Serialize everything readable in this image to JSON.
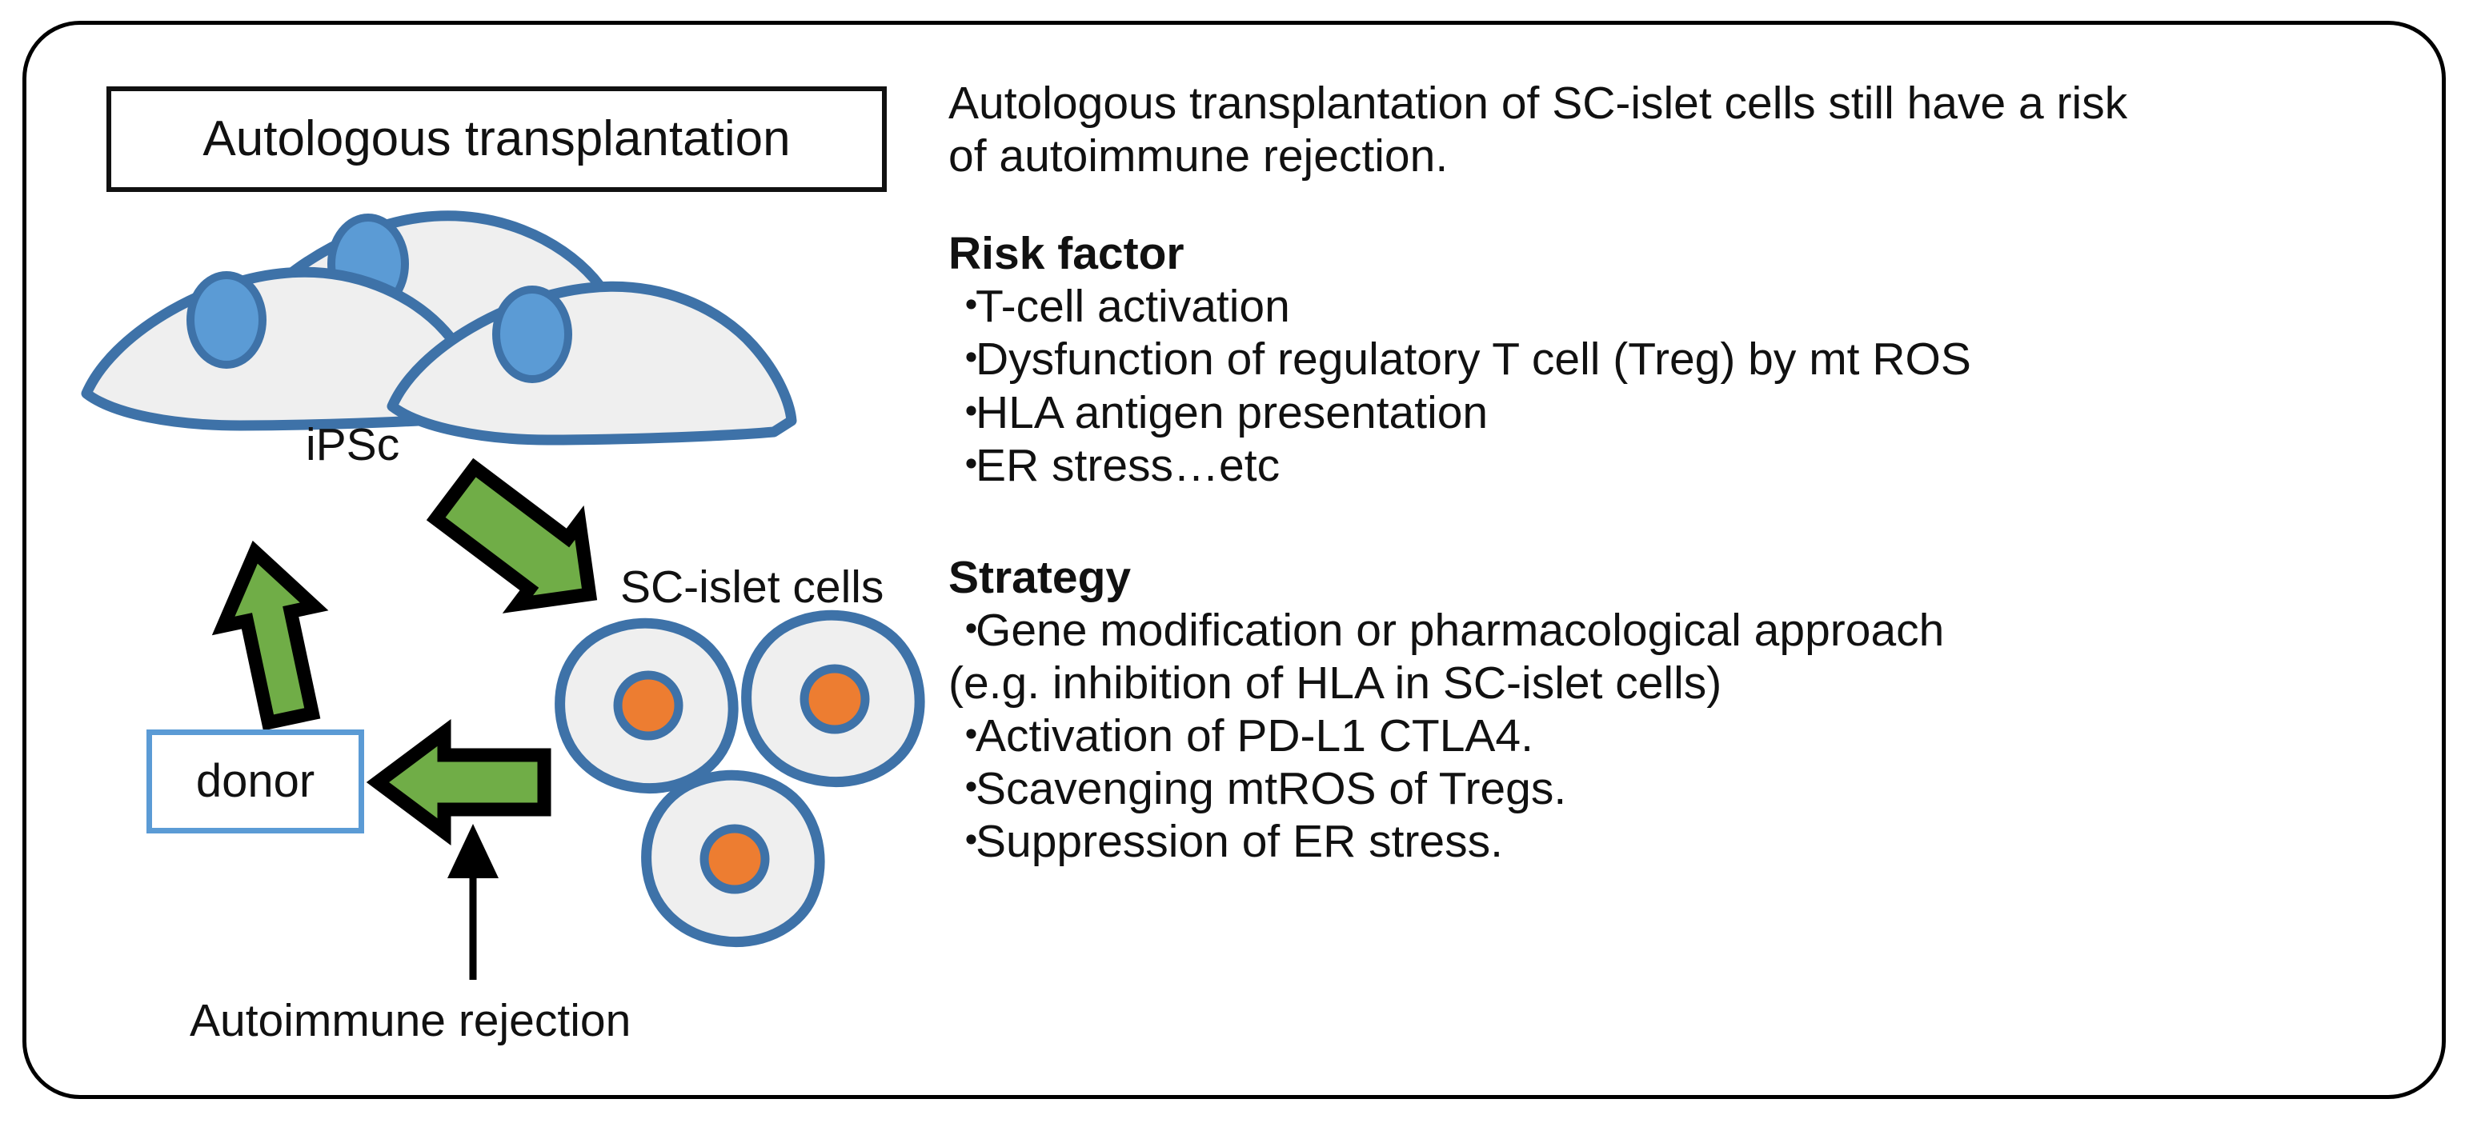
{
  "figure": {
    "title_box": {
      "label": "Autologous transplantation"
    },
    "diagram": {
      "ipsc_label": "iPSc",
      "sc_islet_label": "SC-islet cells",
      "donor_label": "donor",
      "autoimmune_label": "Autoimmune rejection",
      "ipsc_cell_count": 3,
      "sc_islet_cell_count": 3,
      "arrows": [
        {
          "name": "ipsc-to-sc-islet",
          "color": "#70AD47",
          "direction": "down-right"
        },
        {
          "name": "donor-to-ipsc",
          "color": "#70AD47",
          "direction": "up"
        },
        {
          "name": "sc-islet-to-donor",
          "color": "#70AD47",
          "direction": "left"
        },
        {
          "name": "autoimmune-rejection",
          "color": "#000000",
          "direction": "up"
        }
      ]
    },
    "panel": {
      "intro_line1": "Autologous transplantation of SC-islet cells still have a risk",
      "intro_line2": "of autoimmune rejection.",
      "risk_heading": "Risk factor",
      "risk_items": [
        "T-cell activation",
        "Dysfunction of regulatory T cell (Treg) by mt ROS",
        "HLA antigen presentation",
        "ER stress…etc"
      ],
      "strategy_heading": "Strategy",
      "strategy_items": [
        "Gene modification or pharmacological approach"
      ],
      "strategy_note": "(e.g. inhibition of HLA in SC-islet cells)",
      "strategy_items2": [
        "Activation of PD-L1 CTLA4.",
        "Scavenging mtROS of Tregs.",
        "Suppression of ER stress."
      ],
      "bullet_glyph": "・"
    },
    "colors": {
      "frame_border": "#000000",
      "cell_fill": "#EFEFEF",
      "cell_stroke": "#3E72A8",
      "ipsc_nucleus": "#5B9BD5",
      "islet_nucleus": "#ED7D31",
      "arrow_green": "#70AD47",
      "arrow_outline": "#000000",
      "donor_border": "#5B9BD5"
    }
  }
}
